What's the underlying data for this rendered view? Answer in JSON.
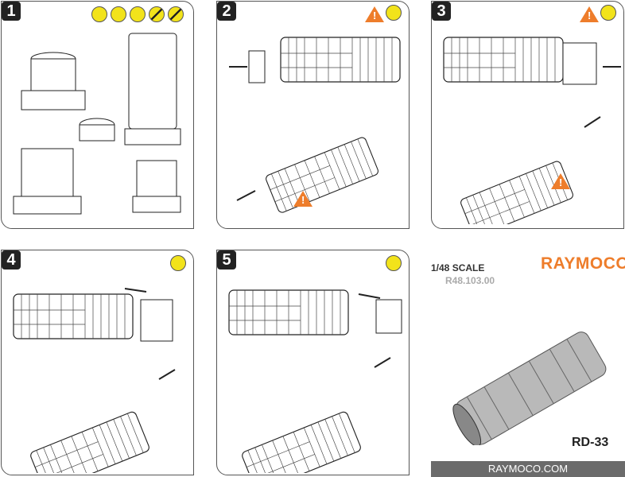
{
  "steps": [
    {
      "number": "1"
    },
    {
      "number": "2"
    },
    {
      "number": "3"
    },
    {
      "number": "4"
    },
    {
      "number": "5"
    }
  ],
  "icons": {
    "tools": [
      "cutter-icon",
      "knife-icon",
      "sanding-icon",
      "no-file-icon",
      "no-glue-icon"
    ],
    "warning": "warning-icon",
    "glue": "glue-icon"
  },
  "info": {
    "scale": "1/48 SCALE",
    "product_code": "R48.103.00",
    "brand": "RAYMOCO",
    "model": "RD-33",
    "website": "RAYMOCO.COM"
  },
  "colors": {
    "accent": "#ee7d2b",
    "icon_yellow": "#f2e31b",
    "footer": "#6b6b6b"
  }
}
